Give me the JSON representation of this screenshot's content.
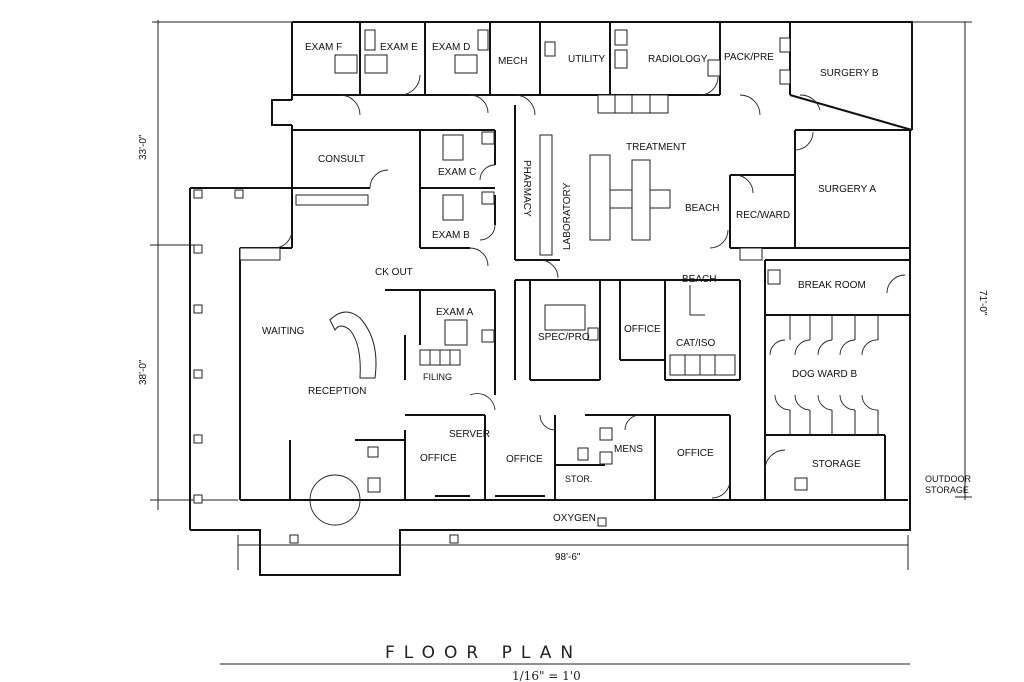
{
  "rooms": {
    "exam_f": "EXAM F",
    "exam_e": "EXAM E",
    "exam_d": "EXAM D",
    "mech": "MECH",
    "utility": "UTILITY",
    "radiology": "RADIOLOGY",
    "pack_prep": "PACK/PRE",
    "surgery_b": "SURGERY B",
    "consult": "CONSULT",
    "exam_c": "EXAM C",
    "exam_b": "EXAM B",
    "pharmacy": "PHARMACY",
    "laboratory": "LABORATORY",
    "treatment": "TREATMENT",
    "beach_1": "BEACH",
    "rec_ward": "REC/WARD",
    "surgery_a": "SURGERY A",
    "ck_out": "CK OUT",
    "beach_2": "BEACH",
    "break_room": "BREAK ROOM",
    "waiting": "WAITING",
    "exam_a": "EXAM A",
    "spec_proc": "SPEC/PRO",
    "office_center": "OFFICE",
    "cat_iso": "CAT/ISO",
    "dog_ward_b": "DOG WARD B",
    "reception": "RECEPTION",
    "filing": "FILING",
    "server": "SERVER",
    "office_1": "OFFICE",
    "office_2": "OFFICE",
    "mens": "MENS",
    "office_3": "OFFICE",
    "stor": "STOR.",
    "storage": "STORAGE",
    "outdoor_storage_1": "OUTDOOR",
    "outdoor_storage_2": "STORAGE",
    "oxygen": "OXYGEN"
  },
  "dimensions": {
    "left_upper": "33'-0\"",
    "left_lower": "38'-0\"",
    "right_total": "71'-0\"",
    "bottom_width": "98'-6\""
  },
  "footer": {
    "title": "FLOOR PLAN",
    "scale": "1/16\" = 1'0"
  }
}
